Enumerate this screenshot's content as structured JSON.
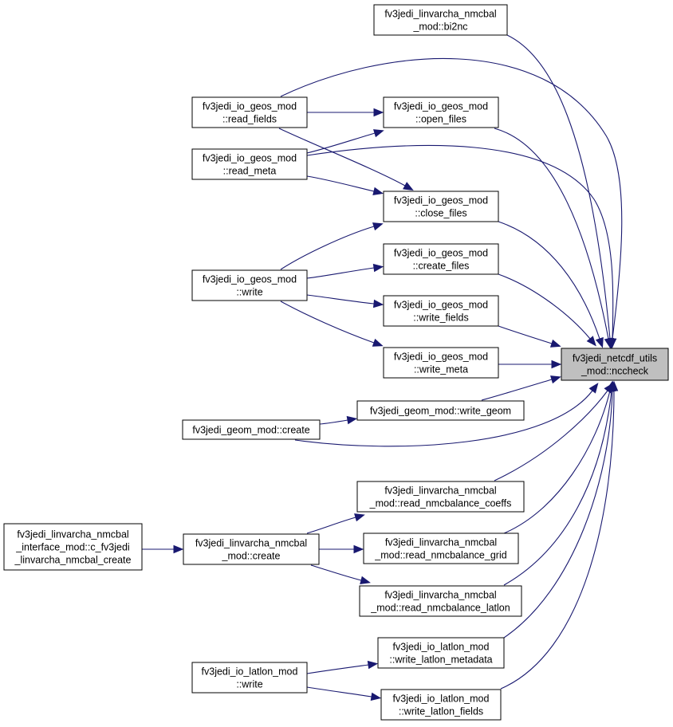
{
  "graph": {
    "target": "fv3jedi_netcdf_utils_mod::nccheck",
    "nodes": [
      {
        "id": "nccheck",
        "lines": [
          "fv3jedi_netcdf_utils",
          "_mod::nccheck"
        ],
        "highlighted": true
      },
      {
        "id": "bi2nc",
        "lines": [
          "fv3jedi_linvarcha_nmcbal",
          "_mod::bi2nc"
        ]
      },
      {
        "id": "read_fields",
        "lines": [
          "fv3jedi_io_geos_mod",
          "::read_fields"
        ]
      },
      {
        "id": "read_meta",
        "lines": [
          "fv3jedi_io_geos_mod",
          "::read_meta"
        ]
      },
      {
        "id": "open_files",
        "lines": [
          "fv3jedi_io_geos_mod",
          "::open_files"
        ]
      },
      {
        "id": "close_files",
        "lines": [
          "fv3jedi_io_geos_mod",
          "::close_files"
        ]
      },
      {
        "id": "create_files",
        "lines": [
          "fv3jedi_io_geos_mod",
          "::create_files"
        ]
      },
      {
        "id": "geos_write",
        "lines": [
          "fv3jedi_io_geos_mod",
          "::write"
        ]
      },
      {
        "id": "write_fields",
        "lines": [
          "fv3jedi_io_geos_mod",
          "::write_fields"
        ]
      },
      {
        "id": "write_meta",
        "lines": [
          "fv3jedi_io_geos_mod",
          "::write_meta"
        ]
      },
      {
        "id": "write_geom",
        "lines": [
          "fv3jedi_geom_mod::write_geom"
        ]
      },
      {
        "id": "geom_create",
        "lines": [
          "fv3jedi_geom_mod::create"
        ]
      },
      {
        "id": "read_coeffs",
        "lines": [
          "fv3jedi_linvarcha_nmcbal",
          "_mod::read_nmcbalance_coeffs"
        ]
      },
      {
        "id": "c_create",
        "lines": [
          "fv3jedi_linvarcha_nmcbal",
          "_interface_mod::c_fv3jedi",
          "_linvarcha_nmcbal_create"
        ]
      },
      {
        "id": "nmcbal_create",
        "lines": [
          "fv3jedi_linvarcha_nmcbal",
          "_mod::create"
        ]
      },
      {
        "id": "read_grid",
        "lines": [
          "fv3jedi_linvarcha_nmcbal",
          "_mod::read_nmcbalance_grid"
        ]
      },
      {
        "id": "read_latlon",
        "lines": [
          "fv3jedi_linvarcha_nmcbal",
          "_mod::read_nmcbalance_latlon"
        ]
      },
      {
        "id": "latlon_metadata",
        "lines": [
          "fv3jedi_io_latlon_mod",
          "::write_latlon_metadata"
        ]
      },
      {
        "id": "latlon_write",
        "lines": [
          "fv3jedi_io_latlon_mod",
          "::write"
        ]
      },
      {
        "id": "latlon_fields",
        "lines": [
          "fv3jedi_io_latlon_mod",
          "::write_latlon_fields"
        ]
      }
    ],
    "edges": [
      {
        "from": "bi2nc",
        "to": "nccheck"
      },
      {
        "from": "read_fields",
        "to": "nccheck"
      },
      {
        "from": "read_fields",
        "to": "open_files"
      },
      {
        "from": "read_fields",
        "to": "close_files"
      },
      {
        "from": "read_meta",
        "to": "open_files"
      },
      {
        "from": "read_meta",
        "to": "nccheck"
      },
      {
        "from": "read_meta",
        "to": "close_files"
      },
      {
        "from": "open_files",
        "to": "nccheck"
      },
      {
        "from": "close_files",
        "to": "nccheck"
      },
      {
        "from": "geos_write",
        "to": "close_files"
      },
      {
        "from": "geos_write",
        "to": "create_files"
      },
      {
        "from": "geos_write",
        "to": "write_fields"
      },
      {
        "from": "geos_write",
        "to": "write_meta"
      },
      {
        "from": "create_files",
        "to": "nccheck"
      },
      {
        "from": "write_fields",
        "to": "nccheck"
      },
      {
        "from": "write_meta",
        "to": "nccheck"
      },
      {
        "from": "write_geom",
        "to": "nccheck"
      },
      {
        "from": "geom_create",
        "to": "write_geom"
      },
      {
        "from": "geom_create",
        "to": "nccheck"
      },
      {
        "from": "read_coeffs",
        "to": "nccheck"
      },
      {
        "from": "read_grid",
        "to": "nccheck"
      },
      {
        "from": "read_latlon",
        "to": "nccheck"
      },
      {
        "from": "c_create",
        "to": "nmcbal_create"
      },
      {
        "from": "nmcbal_create",
        "to": "read_coeffs"
      },
      {
        "from": "nmcbal_create",
        "to": "read_grid"
      },
      {
        "from": "nmcbal_create",
        "to": "read_latlon"
      },
      {
        "from": "latlon_metadata",
        "to": "nccheck"
      },
      {
        "from": "latlon_fields",
        "to": "nccheck"
      },
      {
        "from": "latlon_write",
        "to": "latlon_metadata"
      },
      {
        "from": "latlon_write",
        "to": "latlon_fields"
      }
    ]
  }
}
